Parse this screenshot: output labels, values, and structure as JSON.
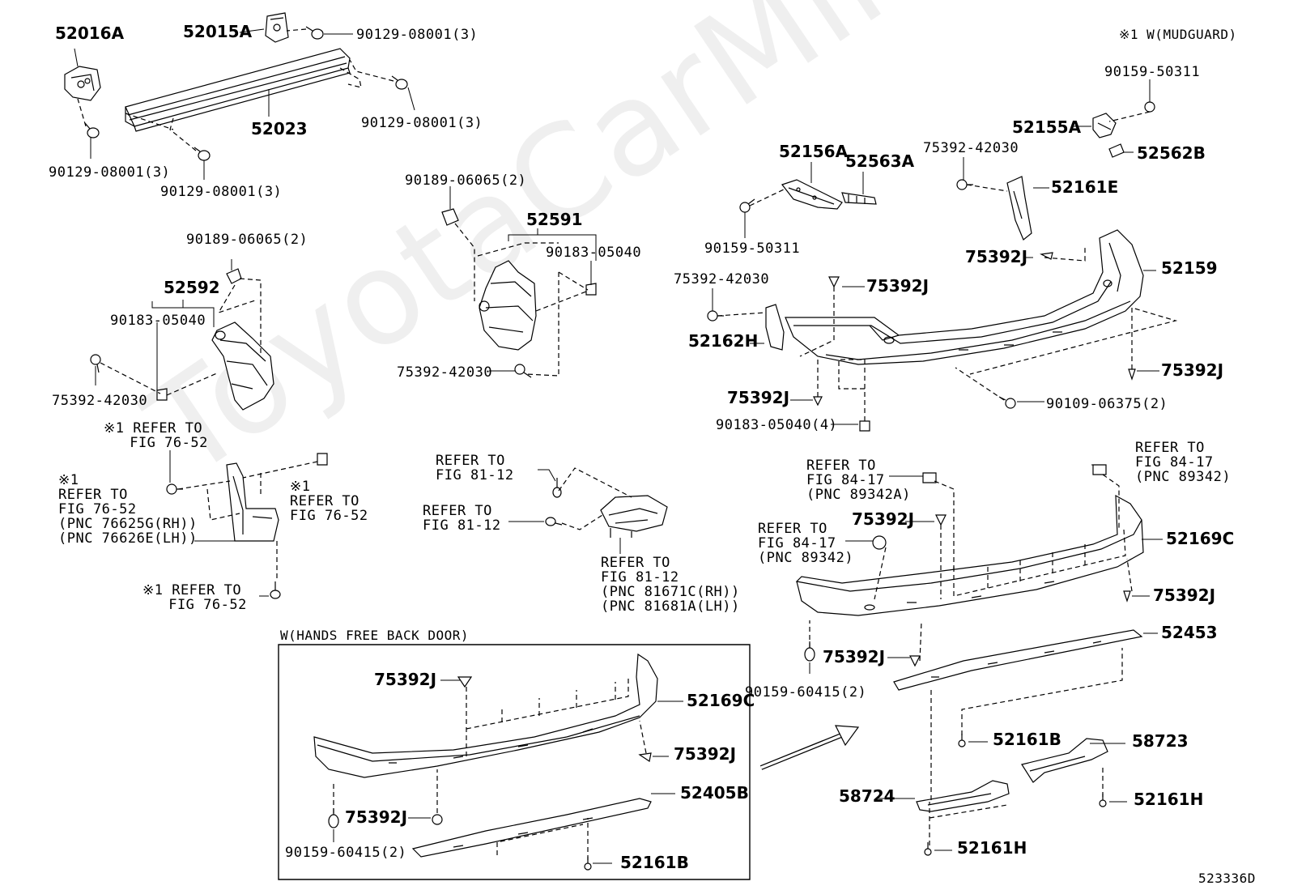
{
  "watermark": "ToyotaCarMine.ru",
  "note": "※1  W(MUDGUARD)",
  "diagram_id": "523336D",
  "inset_title": "W(HANDS FREE BACK DOOR)",
  "labels": {
    "p52016A": "52016A",
    "p52015A": "52015A",
    "b90129_tr": "90129-08001(3)",
    "b90129_r": "90129-08001(3)",
    "b90129_l": "90129-08001(3)",
    "b90129_m": "90129-08001(3)",
    "p52023": "52023",
    "c90189_a": "90189-06065(2)",
    "p52591": "52591",
    "c90183_a": "90183-05040",
    "s75392_a": "75392-42030",
    "c90189_b": "90189-06065(2)",
    "p52592": "52592",
    "c90183_b": "90183-05040",
    "s75392_b": "75392-42030",
    "ref_a": "※1 REFER TO\n   FIG 76-52",
    "ref_b": "※1\nREFER TO\nFIG 76-52\n(PNC 76625G(RH))\n(PNC 76626E(LH))",
    "ref_c": "※1\nREFER TO\nFIG 76-52",
    "ref_d": "※1 REFER TO\n   FIG 76-52",
    "ref_e": "REFER TO\nFIG 81-12",
    "ref_f": "REFER TO\nFIG 81-12",
    "ref_g": "REFER TO\nFIG 81-12\n(PNC 81671C(RH))\n(PNC 81681A(LH))",
    "b90159_a": "90159-50311",
    "p52155A": "52155A",
    "p52562B": "52562B",
    "s75392_c": "75392-42030",
    "p52156A": "52156A",
    "p52563A": "52563A",
    "p52161E": "52161E",
    "b90159_b": "90159-50311",
    "c75392J_a": "75392J",
    "p52159": "52159",
    "s75392_d": "75392-42030",
    "c75392J_b": "75392J",
    "p52162H": "52162H",
    "c75392J_c": "75392J",
    "c75392J_d": "75392J",
    "b90109": "90109-06375(2)",
    "c90183_c": "90183-05040(4)",
    "ref_h": "REFER TO\nFIG 84-17\n(PNC 89342A)",
    "ref_i": "REFER TO\nFIG 84-17\n(PNC 89342)",
    "c75392J_e": "75392J",
    "ref_j": "REFER TO\nFIG 84-17\n(PNC 89342)",
    "p52169C_a": "52169C",
    "c75392J_f": "75392J",
    "p52453": "52453",
    "c75392J_g": "75392J",
    "b90159_c": "90159-60415(2)",
    "p52161B_a": "52161B",
    "p58723": "58723",
    "p58724": "58724",
    "p52161H_a": "52161H",
    "p52161H_b": "52161H",
    "c75392J_h": "75392J",
    "p52169C_b": "52169C",
    "c75392J_i": "75392J",
    "p52405B": "52405B",
    "c75392J_j": "75392J",
    "b90159_d": "90159-60415(2)",
    "p52161B_b": "52161B"
  }
}
